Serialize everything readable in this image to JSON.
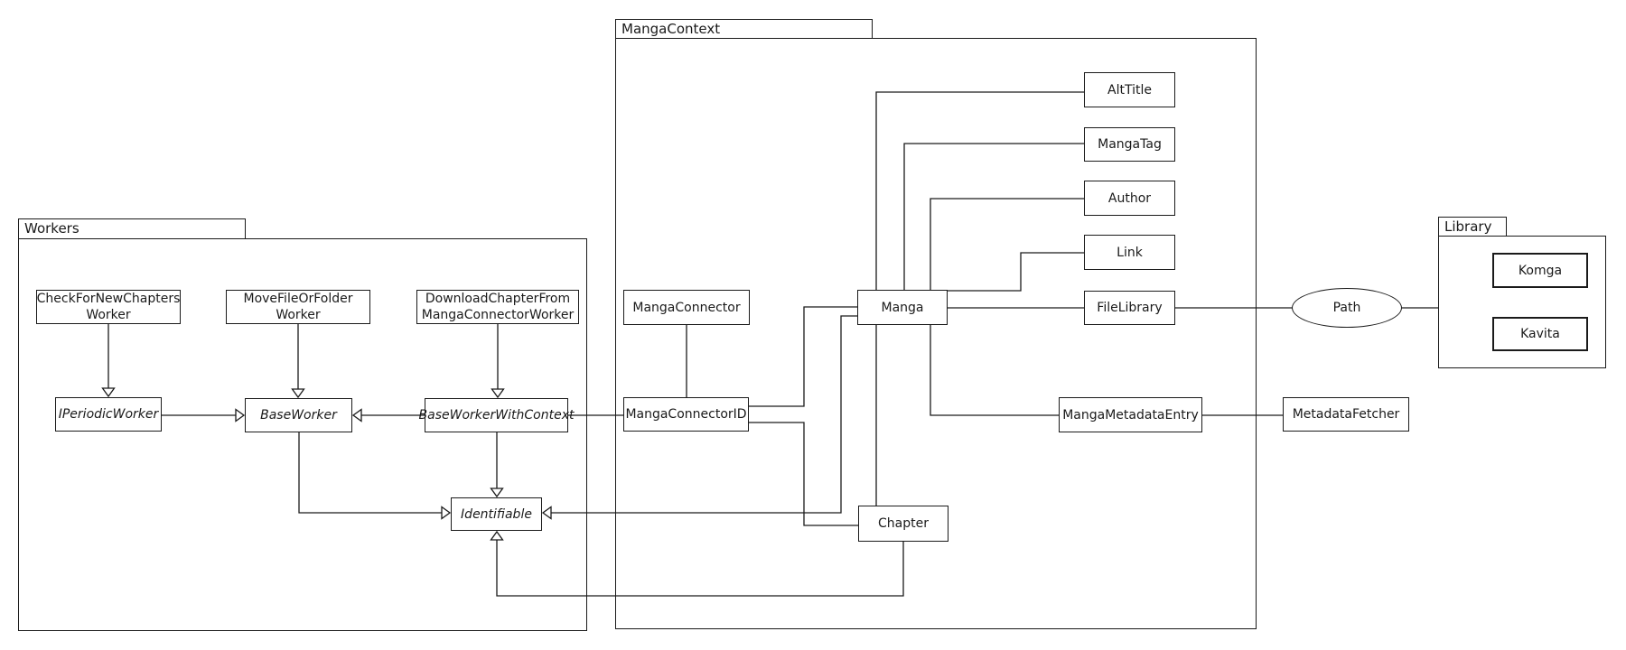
{
  "diagram": {
    "title": "Manga application domain model (UML package/class diagram)",
    "colors": {
      "stroke": "#1a1a1a",
      "background": "#ffffff"
    },
    "packages": {
      "workers": {
        "label": "Workers"
      },
      "mangacontext": {
        "label": "MangaContext"
      },
      "library": {
        "label": "Library"
      }
    },
    "nodes": {
      "check_for_new_chapters_worker": {
        "label": "CheckForNewChapters\nWorker",
        "abstract": false
      },
      "move_file_or_folder_worker": {
        "label": "MoveFileOrFolder\nWorker",
        "abstract": false
      },
      "download_chapter_worker": {
        "label": "DownloadChapterFrom\nMangaConnectorWorker",
        "abstract": false
      },
      "iperiodic_worker": {
        "label": "IPeriodicWorker",
        "abstract": true
      },
      "base_worker": {
        "label": "BaseWorker",
        "abstract": true
      },
      "base_worker_with_context": {
        "label": "BaseWorkerWithContext",
        "abstract": true
      },
      "identifiable": {
        "label": "Identifiable",
        "abstract": true
      },
      "manga_connector": {
        "label": "MangaConnector",
        "abstract": false
      },
      "manga_connector_id": {
        "label": "MangaConnectorID",
        "abstract": false
      },
      "manga": {
        "label": "Manga",
        "abstract": false
      },
      "chapter": {
        "label": "Chapter",
        "abstract": false
      },
      "alt_title": {
        "label": "AltTitle",
        "abstract": false
      },
      "manga_tag": {
        "label": "MangaTag",
        "abstract": false
      },
      "author": {
        "label": "Author",
        "abstract": false
      },
      "link": {
        "label": "Link",
        "abstract": false
      },
      "file_library": {
        "label": "FileLibrary",
        "abstract": false
      },
      "manga_metadata_entry": {
        "label": "MangaMetadataEntry",
        "abstract": false
      },
      "metadata_fetcher": {
        "label": "MetadataFetcher",
        "abstract": false
      },
      "path": {
        "label": "Path",
        "abstract": false
      },
      "komga": {
        "label": "Komga",
        "abstract": false
      },
      "kavita": {
        "label": "Kavita",
        "abstract": false
      }
    },
    "relationships": [
      {
        "from": "CheckForNewChaptersWorker",
        "to": "IPeriodicWorker",
        "type": "inheritance"
      },
      {
        "from": "MoveFileOrFolderWorker",
        "to": "BaseWorker",
        "type": "inheritance"
      },
      {
        "from": "DownloadChapterFromMangaConnectorWorker",
        "to": "BaseWorkerWithContext",
        "type": "inheritance"
      },
      {
        "from": "IPeriodicWorker",
        "to": "BaseWorker",
        "type": "inheritance"
      },
      {
        "from": "BaseWorkerWithContext",
        "to": "BaseWorker",
        "type": "inheritance"
      },
      {
        "from": "BaseWorker",
        "to": "Identifiable",
        "type": "inheritance"
      },
      {
        "from": "BaseWorkerWithContext",
        "to": "Identifiable",
        "type": "inheritance"
      },
      {
        "from": "Manga",
        "to": "Identifiable",
        "type": "inheritance"
      },
      {
        "from": "Chapter",
        "to": "Identifiable",
        "type": "inheritance"
      },
      {
        "from": "BaseWorkerWithContext",
        "to": "MangaConnectorID",
        "type": "association"
      },
      {
        "from": "MangaConnector",
        "to": "MangaConnectorID",
        "type": "association"
      },
      {
        "from": "MangaConnectorID",
        "to": "Manga",
        "type": "association"
      },
      {
        "from": "MangaConnectorID",
        "to": "Chapter",
        "type": "association"
      },
      {
        "from": "Manga",
        "to": "Chapter",
        "type": "association"
      },
      {
        "from": "Manga",
        "to": "AltTitle",
        "type": "association"
      },
      {
        "from": "Manga",
        "to": "MangaTag",
        "type": "association"
      },
      {
        "from": "Manga",
        "to": "Author",
        "type": "association"
      },
      {
        "from": "Manga",
        "to": "Link",
        "type": "association"
      },
      {
        "from": "Manga",
        "to": "FileLibrary",
        "type": "association"
      },
      {
        "from": "Manga",
        "to": "MangaMetadataEntry",
        "type": "association"
      },
      {
        "from": "MangaMetadataEntry",
        "to": "MetadataFetcher",
        "type": "association"
      },
      {
        "from": "FileLibrary",
        "to": "Path",
        "type": "association"
      },
      {
        "from": "Path",
        "to": "Library",
        "type": "association"
      }
    ]
  }
}
